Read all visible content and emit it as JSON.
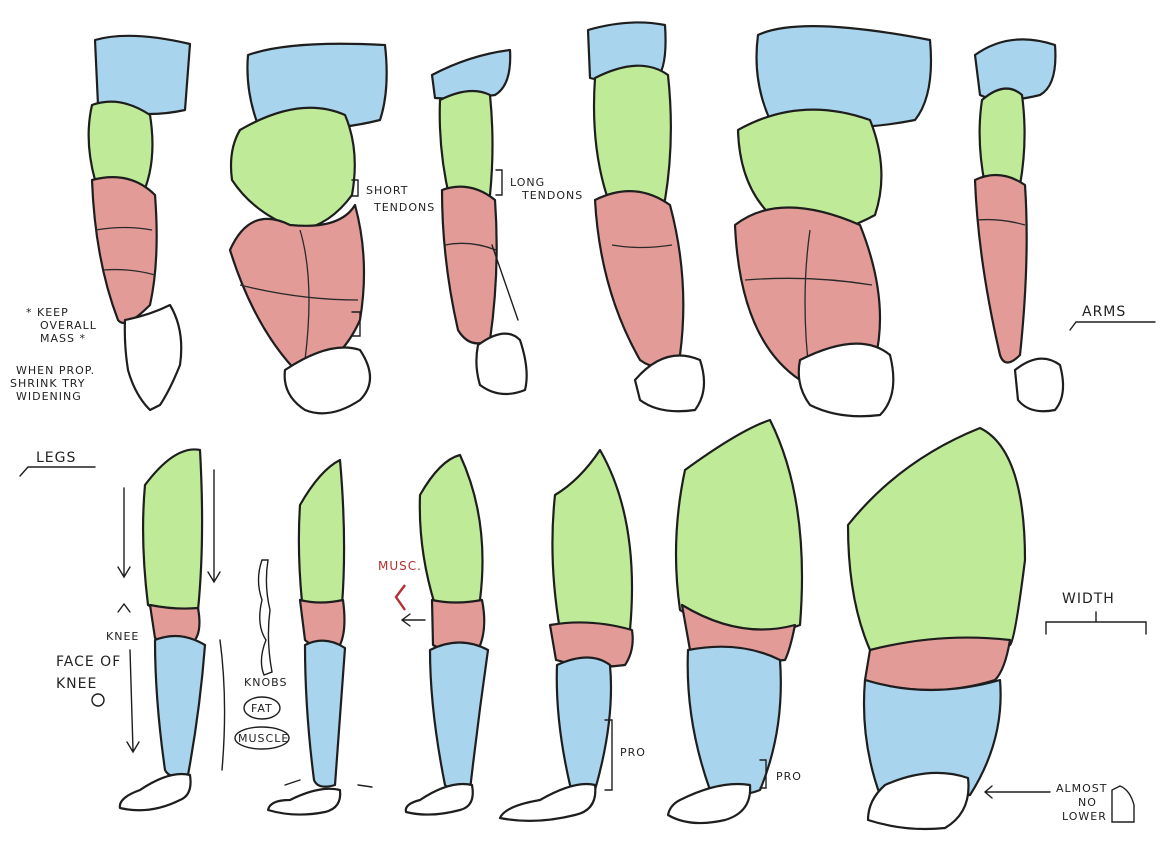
{
  "colors": {
    "background": "#ffffff",
    "shoulder_shin": "#a9d4ee",
    "upper_thigh": "#bfeb98",
    "forearm_knee": "#e39b98",
    "hand_foot": "#ffffff",
    "note_red": "#b23030"
  },
  "arms": {
    "title": "ARMS",
    "note_keep_1": "* KEEP",
    "note_keep_2": "OVERALL",
    "note_keep_3": "MASS *",
    "note_shrink_1": "WHEN PROP.",
    "note_shrink_2": "SHRINK TRY",
    "note_shrink_3": "WIDENING",
    "short_tendons_1": "SHORT",
    "short_tendons_2": "TENDONS",
    "long_tendons_1": "LONG",
    "long_tendons_2": "TENDONS"
  },
  "legs": {
    "title": "LEGS",
    "knee": "KNEE",
    "face_of_knee_1": "FACE OF",
    "face_of_knee_2": "KNEE",
    "knobs": "KNOBS",
    "fat": "FAT",
    "muscle": "MUSCLE",
    "musc": "MUSC.",
    "pro_1": "PRO",
    "pro_2": "PRO",
    "width": "WIDTH",
    "almost_1": "ALMOST",
    "almost_2": "NO",
    "almost_3": "LOWER"
  }
}
